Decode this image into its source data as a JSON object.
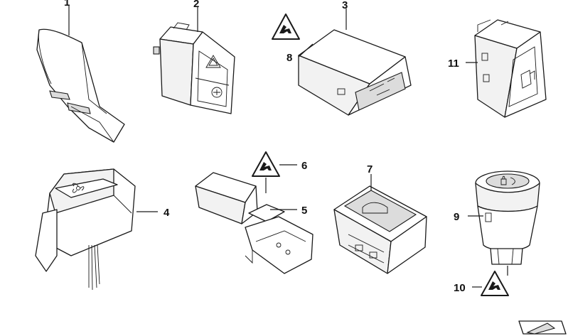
{
  "callouts": {
    "c1": "1",
    "c2": "2",
    "c3": "3",
    "c4": "4",
    "c5": "5",
    "c6": "6",
    "c7": "7",
    "c8": "8",
    "c9": "9",
    "c10": "10",
    "c11": "11"
  },
  "icons": {
    "warning_triangle": "warning-triangle-icon",
    "hazard": "hazard-triangle-icon",
    "fan": "fan-icon",
    "fuel": "fuel-pump-icon",
    "trunk": "trunk-open-icon",
    "seat_heating": "seat-heating-icon",
    "lock": "lock-icon"
  },
  "colors": {
    "line": "#1a1a1a",
    "background": "#ffffff"
  }
}
